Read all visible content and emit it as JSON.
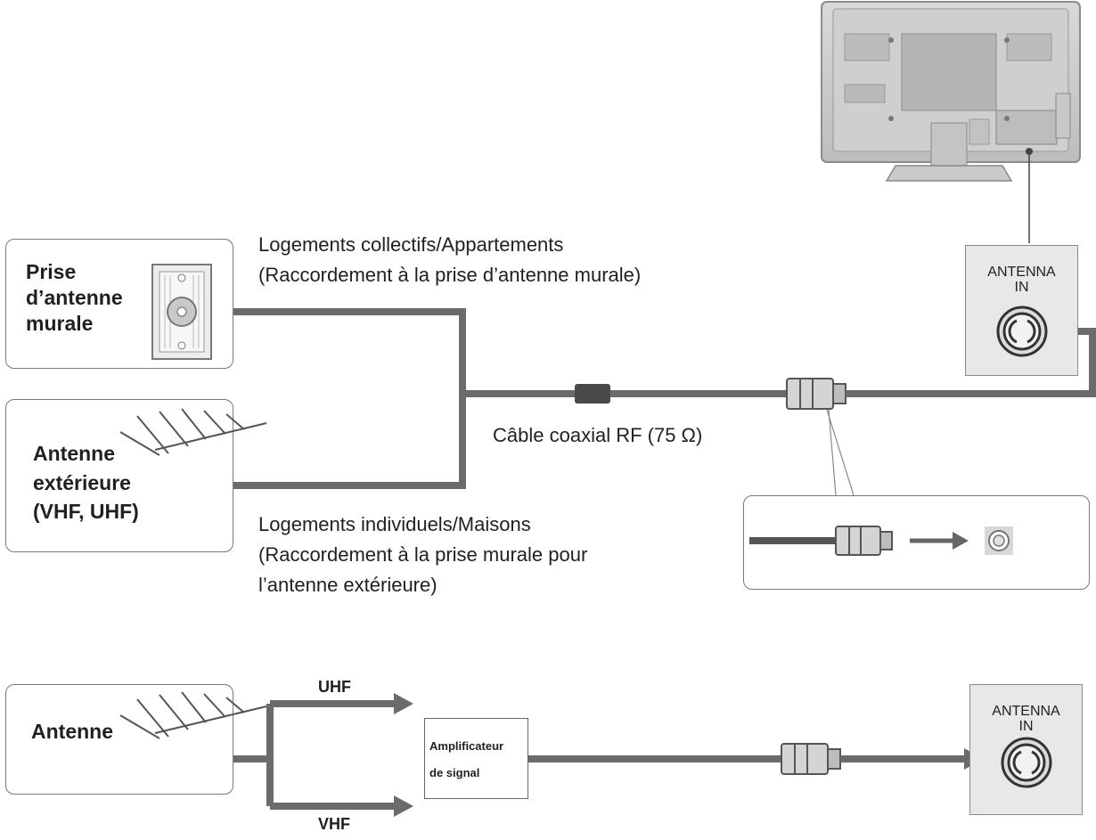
{
  "section1": {
    "wall_socket_label": [
      "Prise",
      "d’antenne",
      "murale"
    ],
    "outdoor_antenna_label": [
      "Antenne",
      "extérieure",
      "(VHF, UHF)"
    ],
    "apartments_line1": "Logements collectifs/Appartements",
    "apartments_line2": "(Raccordement à la prise d’antenne murale)",
    "cable_label": "Câble coaxial RF (75 Ω)",
    "houses_line1": "Logements individuels/Maisons",
    "houses_line2": "(Raccordement à la prise murale pour",
    "houses_line3": "l’antenne extérieure)",
    "port_label": [
      "ANTENNA",
      "IN"
    ]
  },
  "section2": {
    "antenna_label": "Antenne",
    "uhf_label": "UHF",
    "vhf_label": "VHF",
    "amplifier_label": [
      "Amplificateur",
      "de signal"
    ],
    "port_label": [
      "ANTENNA",
      "IN"
    ]
  }
}
